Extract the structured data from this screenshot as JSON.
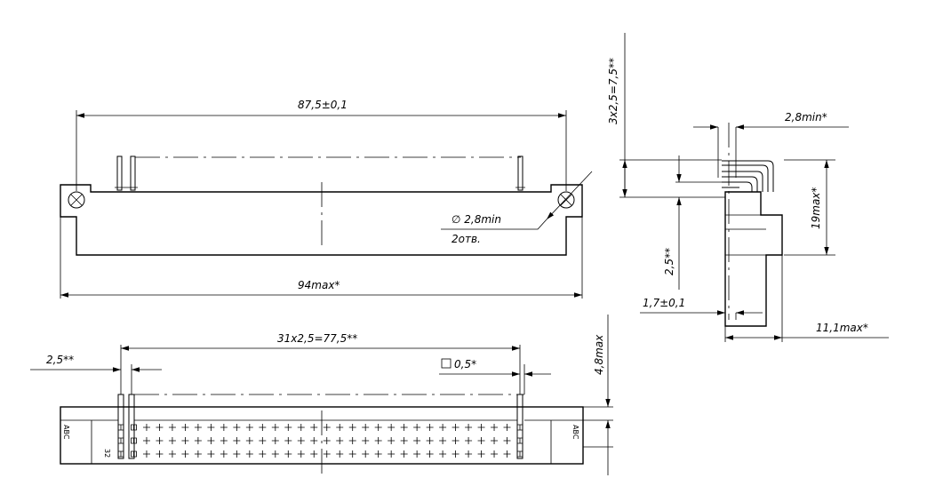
{
  "dimensions": {
    "front_width": "87,5±0,1",
    "overall_width": "94max*",
    "hole_dia": "∅ 2,8min",
    "hole_count": "2отв.",
    "pitch_top": "3x2,5=7,5**",
    "min_width": "2,8min*",
    "height_19": "19max*",
    "pitch_2_5": "2,5**",
    "offset_1_7": "1,7±0,1",
    "depth_11_1": "11,1max*",
    "pin_span": "31x2,5=77,5**",
    "left_pitch": "2,5**",
    "square": "0,5*",
    "height_4_8": "4,8max"
  },
  "bottom_view": {
    "row_letters": "ABC",
    "pin_number": "32",
    "columns": 32,
    "rows": 3
  },
  "colors": {
    "stroke": "#000000",
    "background": "#ffffff"
  }
}
